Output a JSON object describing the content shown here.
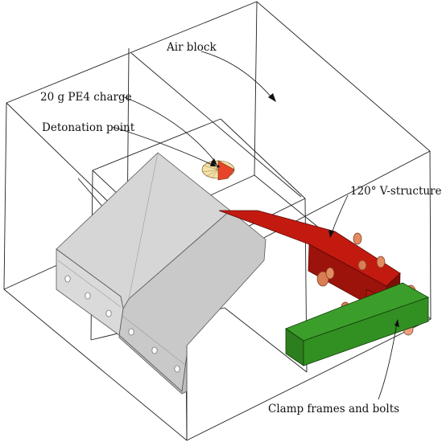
{
  "labels": {
    "air_block": "Air block",
    "charge": "20 g PE4 charge",
    "detonation_point": "Detonation point",
    "v_structure": "120° V-structure",
    "clamp": "Clamp frames and bolts"
  },
  "colors": {
    "grey_plate": "#d2d2d2",
    "grey_plate_dark": "#bdbdbd",
    "red_structure": "#c0190f",
    "red_structure_dark": "#8e1008",
    "green_frame": "#3a9a2a",
    "green_frame_dark": "#1f6a16",
    "bolt": "#d77a50",
    "charge": "#e8442a",
    "charge_light": "#f3e0a0"
  }
}
